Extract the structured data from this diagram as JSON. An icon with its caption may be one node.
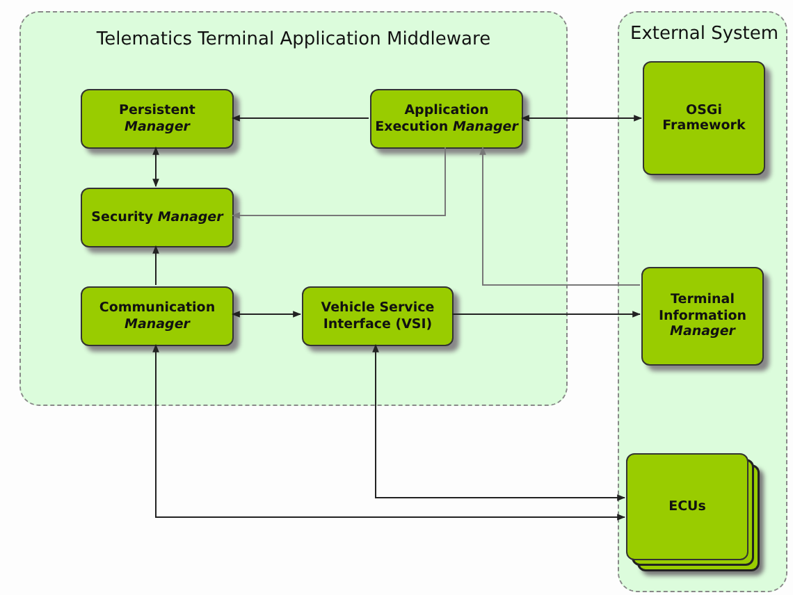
{
  "diagram": {
    "nodes": [
      {
        "text": [
          "Telematics Terminal Application Middleware"
        ]
      },
      {
        "text": [
          "Persistent *Manager*"
        ],
        "in": 0
      },
      {
        "text": [
          "Application Execution *Manager*"
        ],
        "in": 0
      },
      {
        "text": [
          "Security *Manager*"
        ],
        "in": 0
      },
      {
        "text": [
          "Communication *Manager*"
        ],
        "in": 0
      },
      {
        "text": [
          "Vehicle Service Interface (VSI)"
        ],
        "in": 0
      },
      {
        "text": [
          "External System"
        ]
      },
      {
        "text": [
          "OSGi Framework"
        ],
        "in": 6
      },
      {
        "text": [
          "Terminal Information *Manager*"
        ],
        "in": 6
      },
      {
        "text": [
          "ECUs"
        ],
        "in": 6
      }
    ],
    "edges": [
      {
        "from": 2,
        "to": 1,
        "arrow": "to"
      },
      {
        "from": 2,
        "to": 7,
        "arrow": "both"
      },
      {
        "from": 1,
        "to": 3,
        "arrow": "both"
      },
      {
        "from": 2,
        "to": 3,
        "arrow": "to",
        "color": "#777777"
      },
      {
        "from": 4,
        "to": 3,
        "arrow": "to"
      },
      {
        "from": 8,
        "to": 2,
        "arrow": "to",
        "color": "#777777"
      },
      {
        "from": 4,
        "to": 5,
        "arrow": "both"
      },
      {
        "from": 5,
        "to": 8,
        "arrow": "to"
      },
      {
        "from": 5,
        "to": 9,
        "arrow": "both"
      },
      {
        "from": 4,
        "to": 9,
        "arrow": "both"
      }
    ]
  }
}
